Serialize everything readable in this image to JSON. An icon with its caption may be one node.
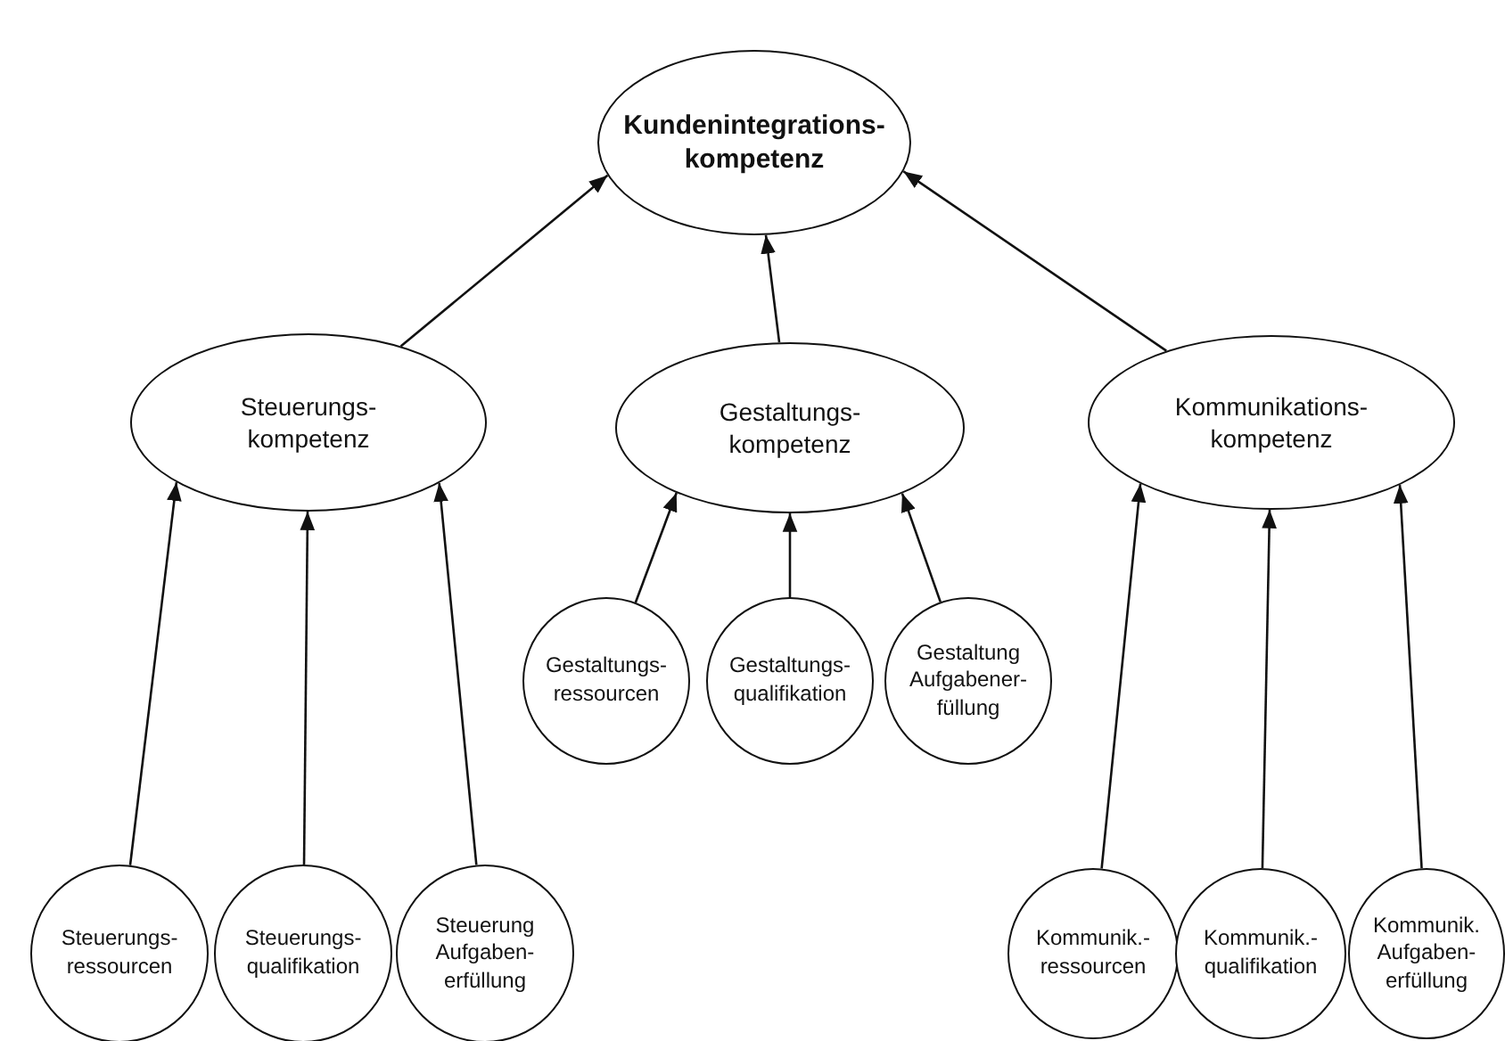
{
  "diagram": {
    "nodes": [
      {
        "text": [
          "Kundenintegrations- kompetenz"
        ]
      },
      {
        "text": [
          "Steuerungs- kompetenz"
        ]
      },
      {
        "text": [
          "Gestaltungs- kompetenz"
        ]
      },
      {
        "text": [
          "Kommunikations- kompetenz"
        ]
      },
      {
        "text": [
          "Gestaltungs- ressourcen"
        ]
      },
      {
        "text": [
          "Gestaltungs- qualifikation"
        ]
      },
      {
        "text": [
          "Gestaltung Aufgabener- füllung"
        ]
      },
      {
        "text": [
          "Steuerungs- ressourcen"
        ]
      },
      {
        "text": [
          "Steuerungs- qualifikation"
        ]
      },
      {
        "text": [
          "Steuerung Aufgaben- erfüllung"
        ]
      },
      {
        "text": [
          "Kommunik.- ressourcen"
        ]
      },
      {
        "text": [
          "Kommunik.- qualifikation"
        ]
      },
      {
        "text": [
          "Kommunik. Aufgaben- erfüllung"
        ]
      }
    ],
    "edges": [
      {
        "from": 1,
        "to": 0,
        "arrow": "to"
      },
      {
        "from": 2,
        "to": 0,
        "arrow": "to"
      },
      {
        "from": 3,
        "to": 0,
        "arrow": "to"
      },
      {
        "from": 4,
        "to": 2,
        "arrow": "to"
      },
      {
        "from": 5,
        "to": 2,
        "arrow": "to"
      },
      {
        "from": 6,
        "to": 2,
        "arrow": "to"
      },
      {
        "from": 7,
        "to": 1,
        "arrow": "to"
      },
      {
        "from": 8,
        "to": 1,
        "arrow": "to"
      },
      {
        "from": 9,
        "to": 1,
        "arrow": "to"
      },
      {
        "from": 10,
        "to": 3,
        "arrow": "to"
      },
      {
        "from": 11,
        "to": 3,
        "arrow": "to"
      },
      {
        "from": 12,
        "to": 3,
        "arrow": "to"
      }
    ]
  }
}
